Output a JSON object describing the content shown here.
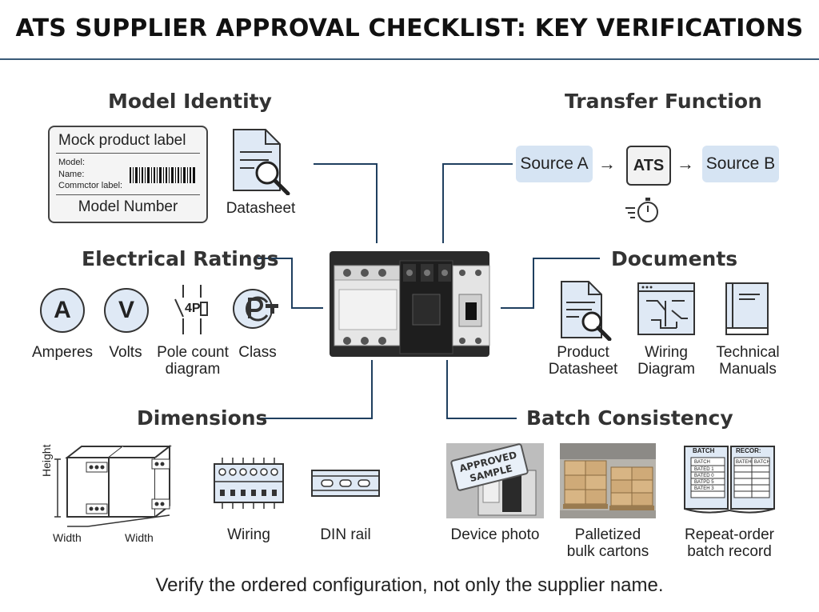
{
  "title": "ATS SUPPLIER APPROVAL CHECKLIST: KEY VERIFICATIONS",
  "sections": {
    "model_identity": {
      "heading": "Model Identity",
      "label_title": "Mock product label",
      "label_model": "Model:",
      "label_name": "Name:",
      "label_connector": "Commctor label:",
      "label_footer": "Model Number",
      "datasheet": "Datasheet"
    },
    "transfer_function": {
      "heading": "Transfer Function",
      "source_a": "Source A",
      "ats": "ATS",
      "source_b": "Source B",
      "arrow": "→"
    },
    "electrical_ratings": {
      "heading": "Electrical Ratings",
      "amperes_glyph": "A",
      "volts_glyph": "V",
      "pole_glyph": "4P",
      "items": [
        "Amperes",
        "Volts",
        "Pole count",
        "diagram",
        "Class"
      ]
    },
    "documents": {
      "heading": "Documents",
      "items": [
        "Product",
        "Datasheet",
        "Wiring",
        "Diagram",
        "Technical",
        "Manuals"
      ]
    },
    "dimensions": {
      "heading": "Dimensions",
      "height": "Height",
      "width1": "Width",
      "width2": "Width",
      "wiring": "Wiring",
      "din_rail": "DIN rail"
    },
    "batch_consistency": {
      "heading": "Batch Consistency",
      "tag_line1": "APPROVED",
      "tag_line2": "SAMPLE",
      "device_photo": "Device photo",
      "palletized_1": "Palletized",
      "palletized_2": "bulk cartons",
      "record_header_a": "BATCH",
      "record_header_b": "RECOR:",
      "record_rows": [
        "BATCH",
        "BATED 1",
        "BATED 0",
        "BATPD 5",
        "BATEH 3"
      ],
      "record_right": "BATEH  BATCH",
      "repeat_1": "Repeat-order",
      "repeat_2": "batch record"
    }
  },
  "footer": "Verify the ordered configuration, not only the supplier name.",
  "colors": {
    "accent": "#1f3f5f",
    "pill": "#d6e4f3",
    "icon_fill": "#dfe9f5"
  }
}
